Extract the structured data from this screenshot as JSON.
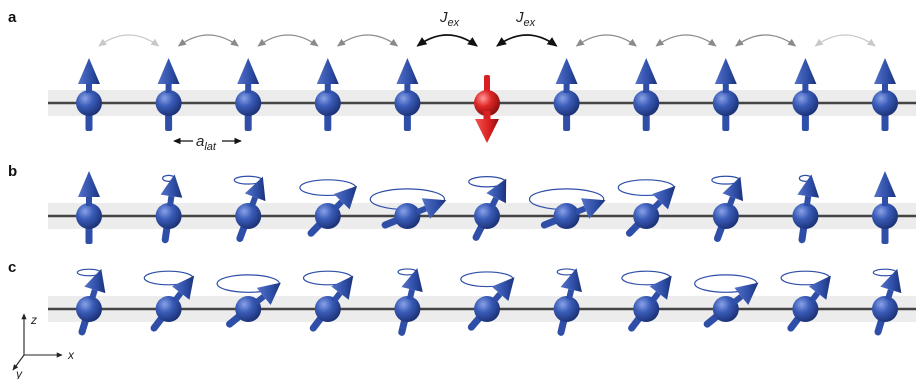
{
  "panels": [
    {
      "label": "a",
      "tilts": [
        0,
        0,
        0,
        0,
        0,
        "down",
        0,
        0,
        0,
        0,
        0
      ]
    },
    {
      "label": "b",
      "tilts": [
        0,
        0.12,
        0.3,
        0.65,
        1.0,
        0.4,
        1.0,
        0.65,
        0.3,
        0.12,
        0
      ]
    },
    {
      "label": "c",
      "tilts": [
        0.25,
        0.55,
        0.75,
        0.55,
        0.2,
        0.6,
        0.2,
        0.55,
        0.75,
        0.55,
        0.25
      ]
    }
  ],
  "exchange": {
    "symbol": "J",
    "subscript": "ex"
  },
  "lattice": {
    "symbol": "a",
    "subscript": "lat"
  },
  "axes": {
    "z": "z",
    "x": "x",
    "y": "y"
  },
  "colors": {
    "spin_blue": "#2e4ea8",
    "spin_blue_light": "#6e8ad8",
    "flipped_red": "#d92020",
    "chain_line": "#444444",
    "band": "#ececec",
    "arrow_dark": "#111111",
    "arrow_mid": "#8a8a8a",
    "arrow_light": "#c8c8c8"
  }
}
